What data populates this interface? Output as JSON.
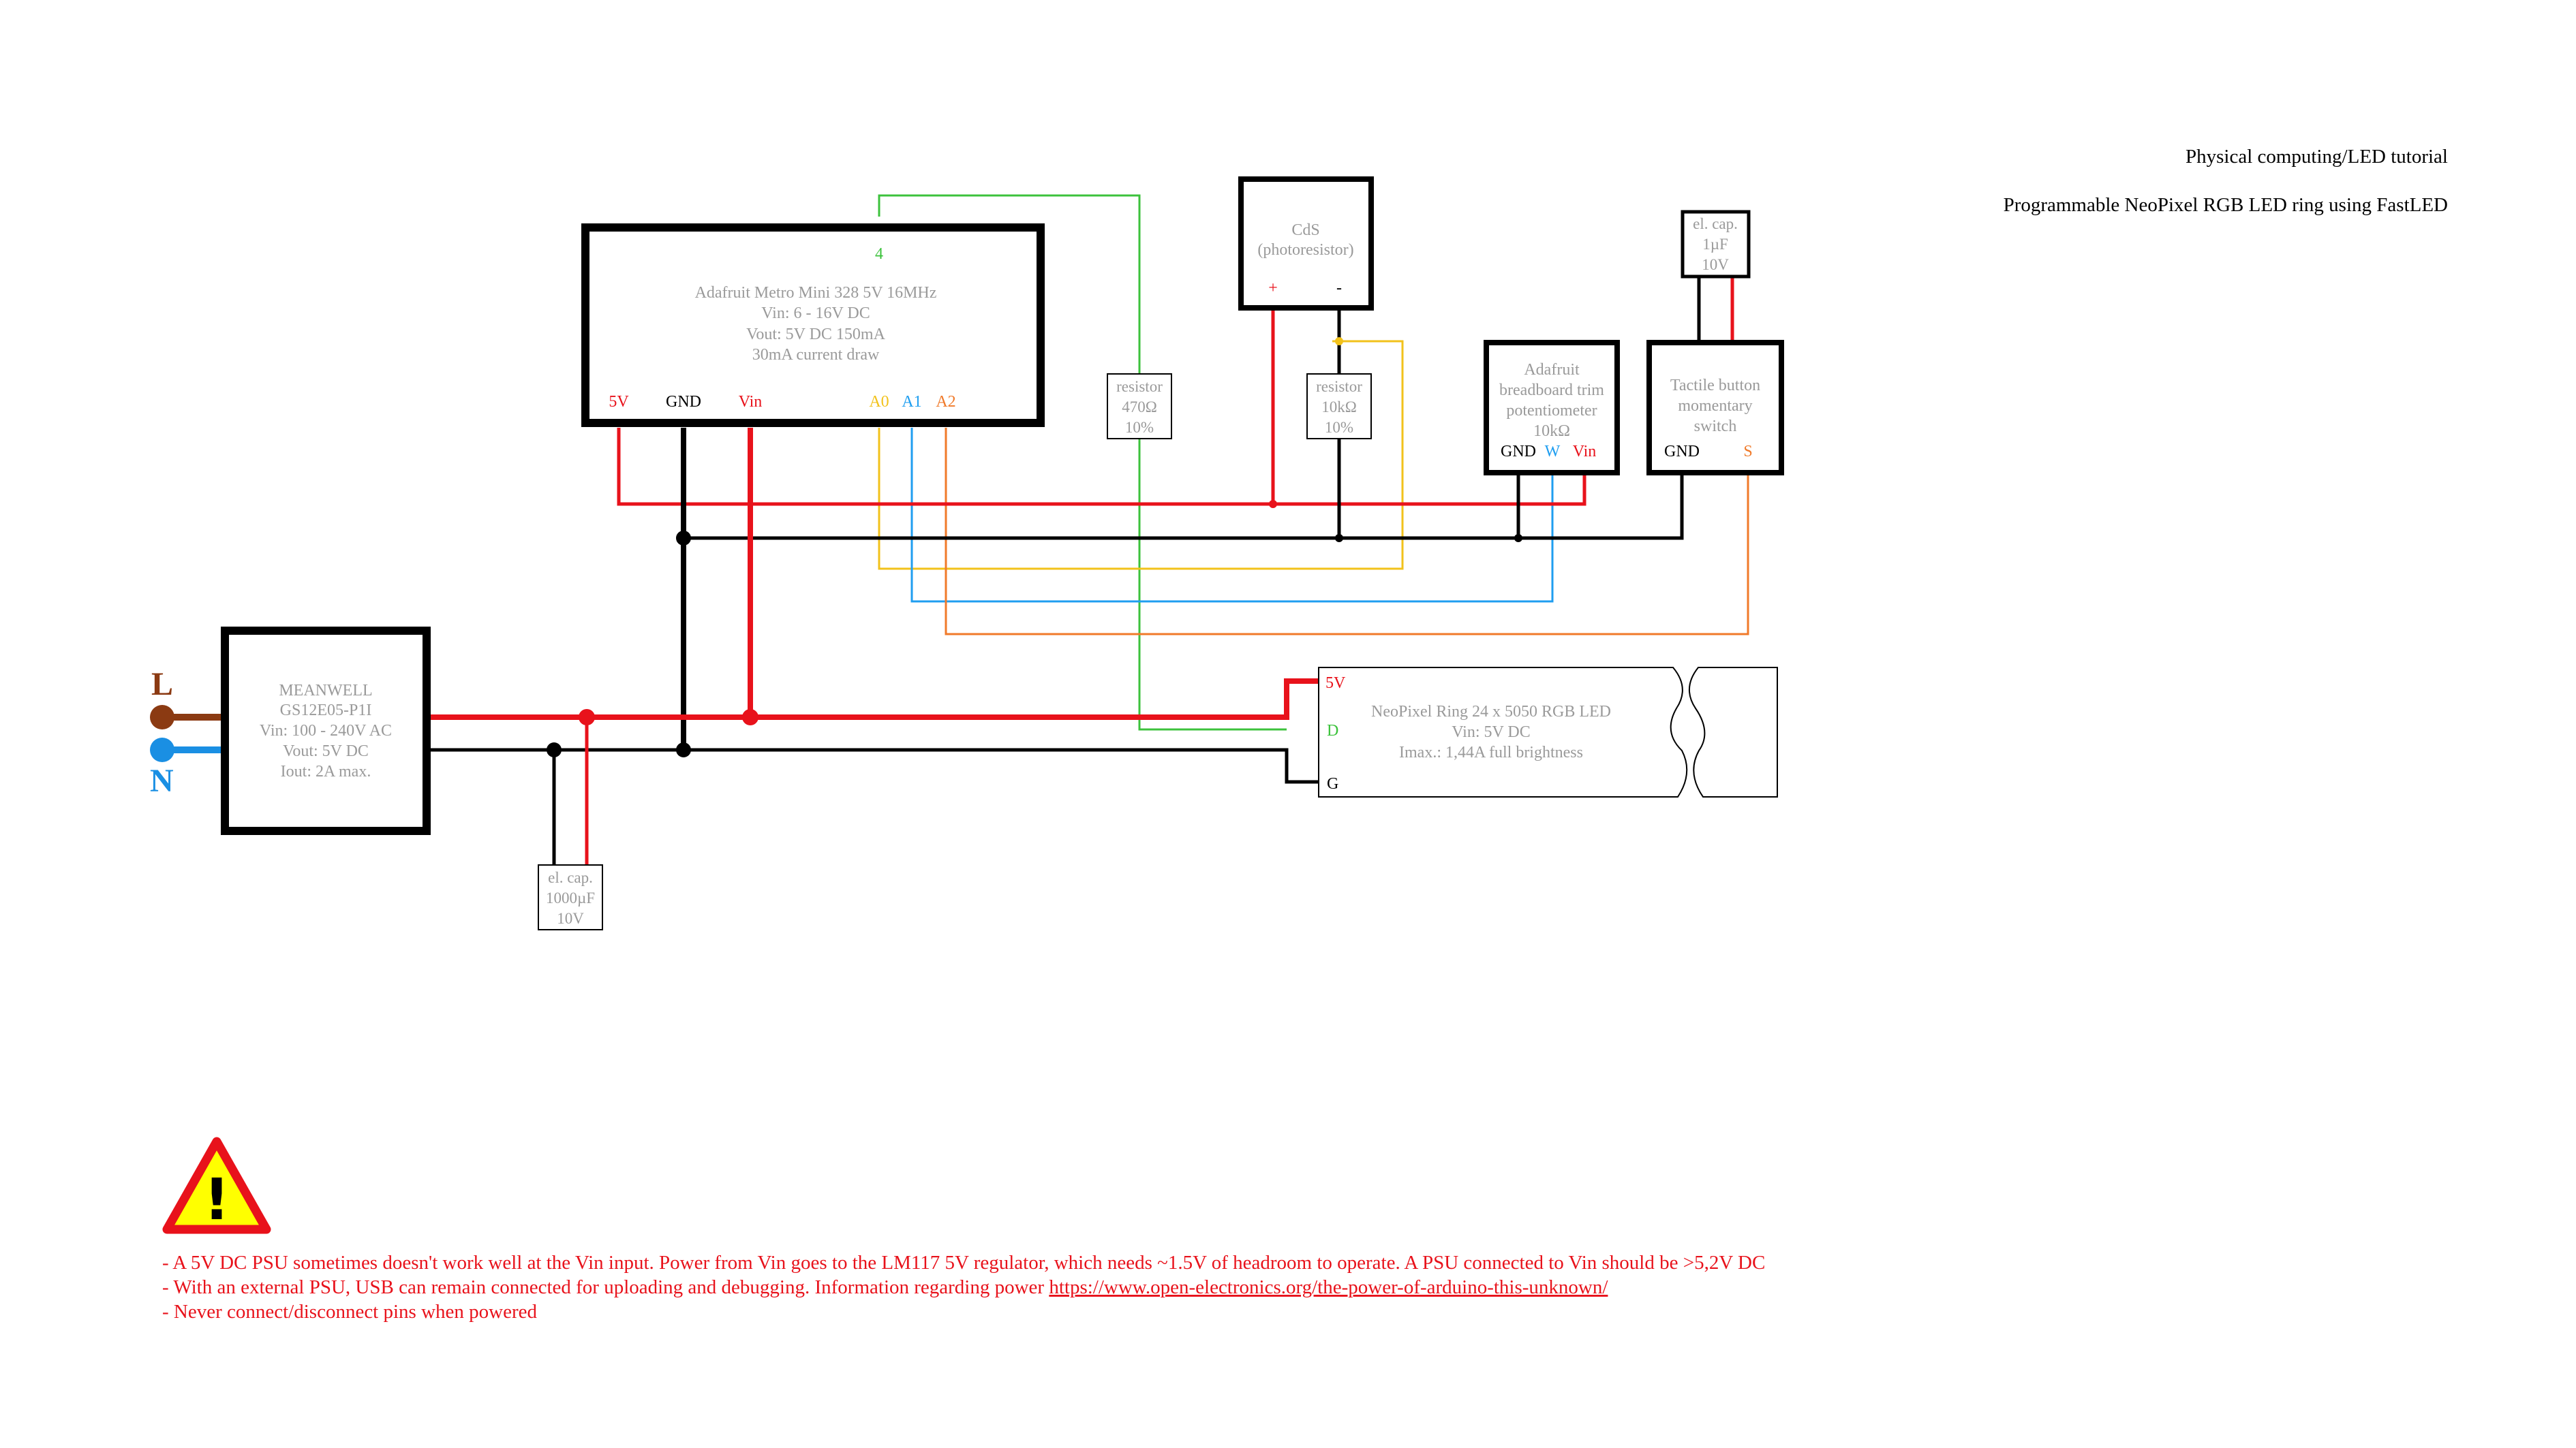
{
  "header": {
    "line1": "Physical computing/LED tutorial",
    "line2": "Programmable NeoPixel RGB LED ring using FastLED"
  },
  "colors": {
    "red": "#e8121b",
    "black": "#000000",
    "green": "#3cc23c",
    "yellow": "#f2c21b",
    "blue": "#1f9ef0",
    "orange": "#f07a2a",
    "brown": "#8b3a12",
    "mains_blue": "#1a8fe3",
    "gray_text": "#9a9a9a"
  },
  "psu": {
    "l1": "MEANWELL",
    "l2": "GS12E05-P1I",
    "l3": "Vin: 100 - 240V AC",
    "l4": "Vout: 5V DC",
    "l5": "Iout: 2A max."
  },
  "mains": {
    "live": "L",
    "neutral": "N"
  },
  "metro": {
    "l1": "Adafruit Metro Mini 328 5V 16MHz",
    "l2": "Vin: 6 - 16V DC",
    "l3": "Vout: 5V DC 150mA",
    "l4": "30mA current draw",
    "pin_4": "4",
    "pin_5v": "5V",
    "pin_gnd": "GND",
    "pin_vin": "Vin",
    "pin_a0": "A0",
    "pin_a1": "A1",
    "pin_a2": "A2"
  },
  "resistor_470": {
    "l1": "resistor",
    "l2": "470Ω",
    "l3": "10%"
  },
  "cds": {
    "l1": "CdS",
    "l2": "(photoresistor)",
    "plus": "+",
    "minus": "-"
  },
  "resistor_10k": {
    "l1": "resistor",
    "l2": "10kΩ",
    "l3": "10%"
  },
  "pot": {
    "l1": "Adafruit",
    "l2": "breadboard trim",
    "l3": "potentiometer",
    "l4": "10kΩ",
    "pin_gnd": "GND",
    "pin_w": "W",
    "pin_vin": "Vin"
  },
  "button": {
    "l1": "Tactile button",
    "l2": "momentary",
    "l3": "switch",
    "pin_gnd": "GND",
    "pin_s": "S"
  },
  "cap_small": {
    "l1": "el. cap.",
    "l2": "1µF",
    "l3": "10V"
  },
  "cap_big": {
    "l1": "el. cap.",
    "l2": "1000µF",
    "l3": "10V"
  },
  "ring": {
    "l1": "NeoPixel Ring 24 x 5050 RGB LED",
    "l2": "Vin: 5V DC",
    "l3": "Imax.: 1,44A full brightness",
    "pin_5v": "5V",
    "pin_d": "D",
    "pin_g": "G"
  },
  "warning": {
    "icon": "warning-triangle-icon",
    "icon_glyph": "!",
    "line1": "- A 5V DC PSU sometimes doesn't work well at the Vin input. Power from Vin goes to the LM117 5V regulator, which needs ~1.5V of headroom to operate. A PSU connected to Vin should be >5,2V DC",
    "line2_prefix": "- With an external PSU, USB can remain connected for uploading and debugging. Information regarding power ",
    "line2_link": "https://www.open-electronics.org/the-power-of-arduino-this-unknown/",
    "line3": "- Never connect/disconnect pins when powered"
  }
}
